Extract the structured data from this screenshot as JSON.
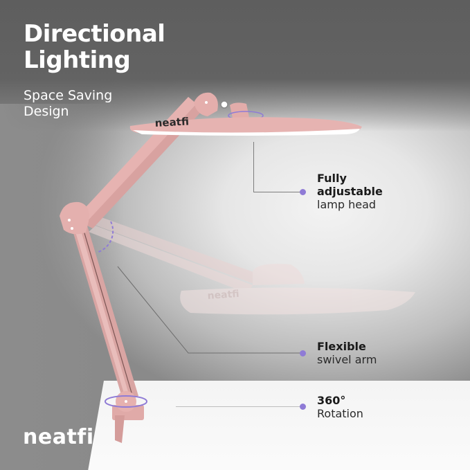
{
  "headline": {
    "title_line1": "Directional",
    "title_line2": "Lighting",
    "subtitle_line1": "Space Saving",
    "subtitle_line2": "Design"
  },
  "product": {
    "brand": "neatfi",
    "lamp_head_logo": "neatfi",
    "ghost_head_logo": "neatfi",
    "color": "#e6b3b1"
  },
  "callouts": [
    {
      "bold_line1": "Fully",
      "bold_line2": "adjustable",
      "light_line": "lamp head"
    },
    {
      "bold_line1": "Flexible",
      "light_line": "swivel arm"
    },
    {
      "bold_line1": "360°",
      "light_line": "Rotation"
    }
  ],
  "colors": {
    "accent": "#8f7bd6",
    "background_dark": "#5f5f5f",
    "background_light": "#f2f2f2",
    "text_dark": "#1a1a1a",
    "text_light": "#ffffff"
  }
}
